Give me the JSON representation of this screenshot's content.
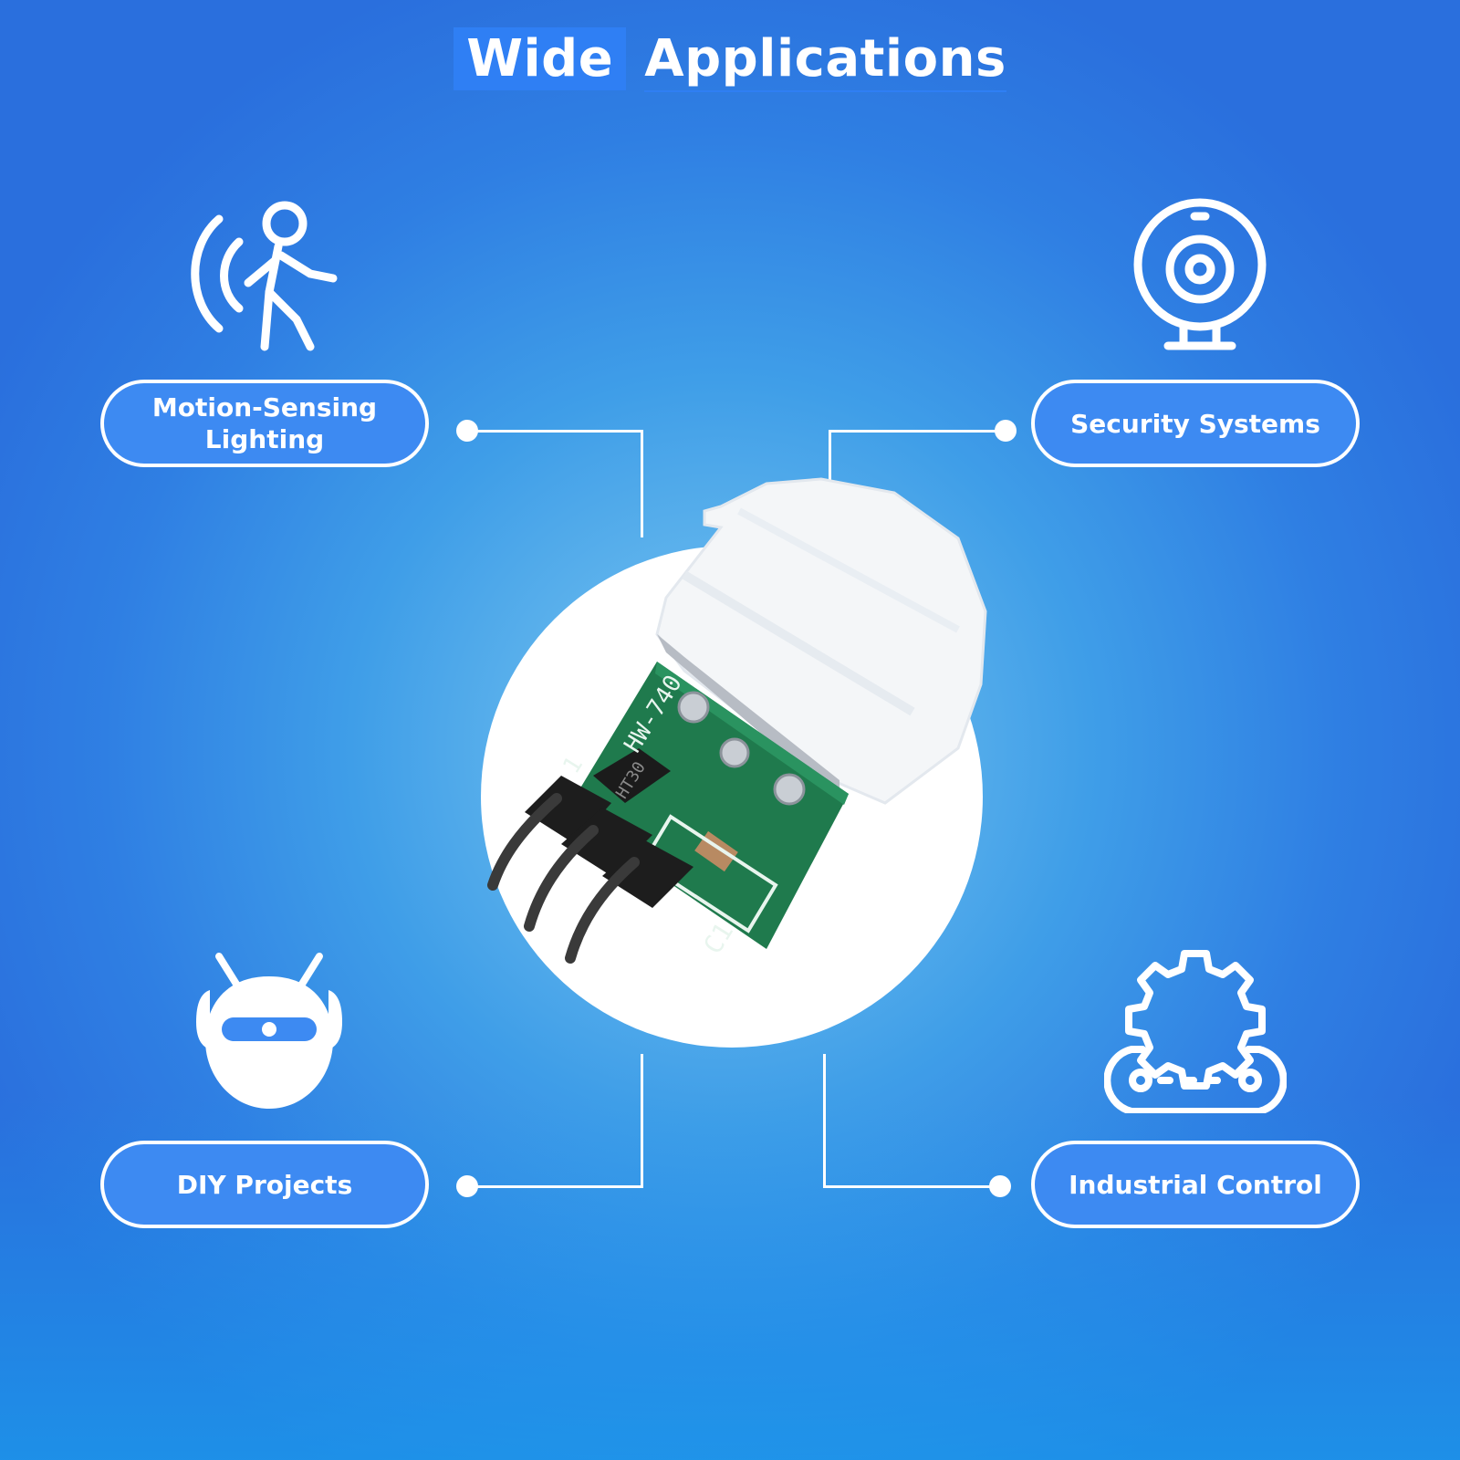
{
  "title": {
    "word1": "Wide",
    "word2": "Applications"
  },
  "applications": [
    {
      "label": "Motion-Sensing\nLighting",
      "icon": "walking-person-motion-icon"
    },
    {
      "label": "Security Systems",
      "icon": "webcam-icon"
    },
    {
      "label": "DIY Projects",
      "icon": "robot-head-icon"
    },
    {
      "label": "Industrial Control",
      "icon": "gear-conveyor-icon"
    }
  ],
  "product": {
    "silkscreen": [
      "HW-740",
      "1",
      "HT30",
      "C1"
    ],
    "image": "pir-motion-sensor-module"
  },
  "colors": {
    "accent": "#3d8af2",
    "background": "#2f7fe3",
    "white": "#ffffff",
    "pcb": "#1f7a4d"
  }
}
